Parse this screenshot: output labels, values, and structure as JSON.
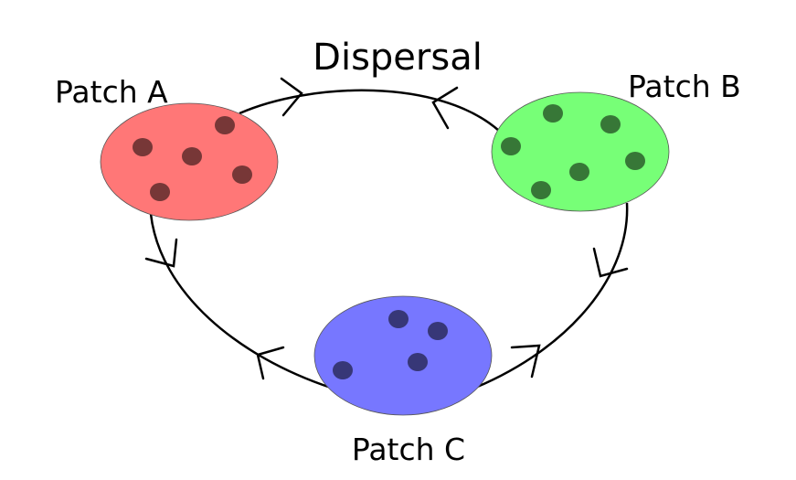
{
  "title": "Dispersal",
  "patches": [
    {
      "id": "a",
      "label": "Patch A",
      "fill": "#ff7777",
      "dot_color": "#773737",
      "individuals": 5
    },
    {
      "id": "b",
      "label": "Patch B",
      "fill": "#77ff77",
      "dot_color": "#377737",
      "individuals": 6
    },
    {
      "id": "c",
      "label": "Patch C",
      "fill": "#7777ff",
      "dot_color": "#373777",
      "individuals": 4
    }
  ],
  "colors": {
    "line": "#000000",
    "background": "#ffffff"
  }
}
